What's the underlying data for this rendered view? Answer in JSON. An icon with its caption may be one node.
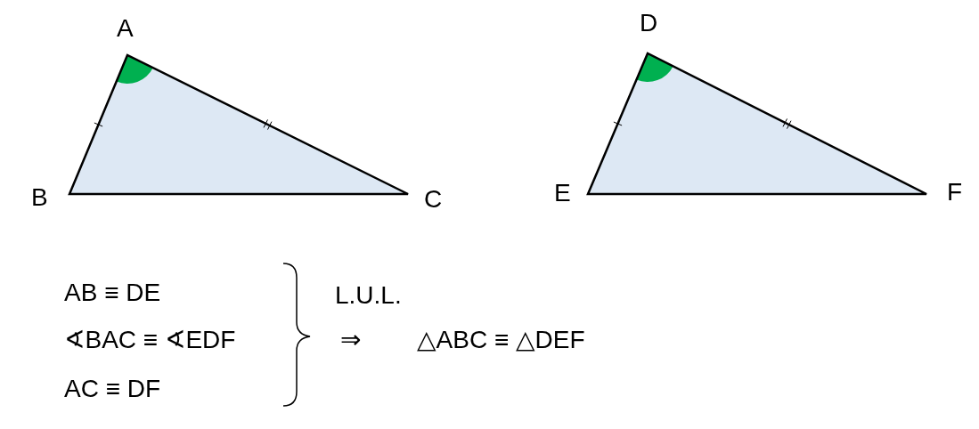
{
  "diagram": {
    "labels": [
      "A",
      "D",
      "B",
      "C",
      "E",
      "F",
      "AB ≡ DE",
      "L.U.L.",
      "∢BAC ≡ ∢EDF",
      "⇒",
      "△ABC ≡ △DEF",
      "AC ≡ DF"
    ]
  }
}
